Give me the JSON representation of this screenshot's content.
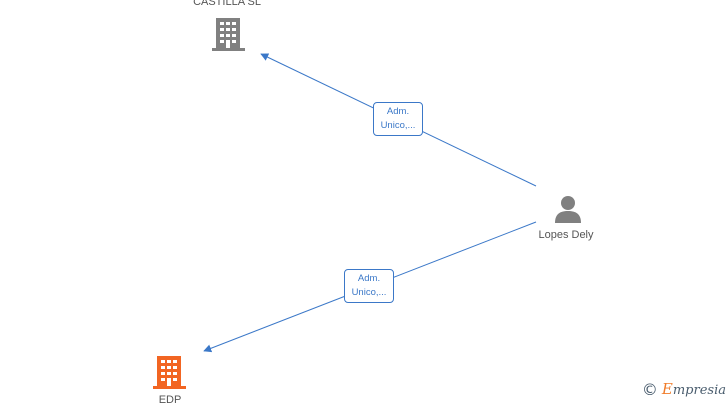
{
  "nodes": {
    "top_company": {
      "label": "CASTILLA  SL",
      "icon": "building-icon",
      "color": "#808080"
    },
    "person": {
      "label": "Lopes Dely",
      "icon": "person-icon",
      "color": "#808080"
    },
    "bottom_company": {
      "label": "EDP",
      "icon": "building-icon",
      "color": "#f26522"
    }
  },
  "edges": [
    {
      "from": "person",
      "to": "top_company",
      "role_line1": "Adm.",
      "role_line2": "Unico,..."
    },
    {
      "from": "person",
      "to": "bottom_company",
      "role_line1": "Adm.",
      "role_line2": "Unico,..."
    }
  ],
  "colors": {
    "edge": "#3b78c8"
  },
  "watermark": {
    "symbol": "©",
    "brand_initial": "E",
    "brand_rest": "mpresia"
  }
}
